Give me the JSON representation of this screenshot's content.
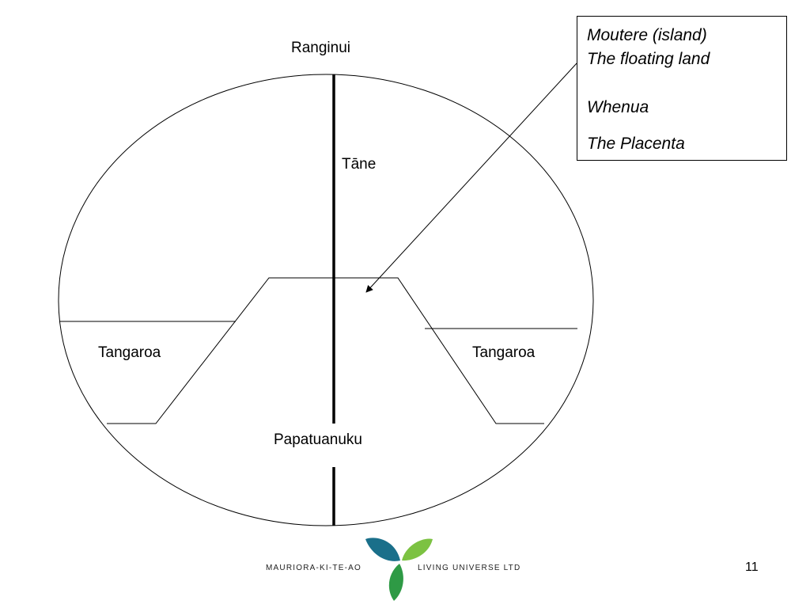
{
  "labels": {
    "sky": "Ranginui",
    "pillar": "Tāne",
    "sea_left": "Tangaroa",
    "sea_right": "Tangaroa",
    "earth": "Papatuanuku"
  },
  "note": {
    "line1": "Moutere (island)",
    "line2": "The floating land",
    "line3": "Whenua",
    "line4": "The Placenta"
  },
  "footer": {
    "brand_left": "MAURIORA-KI-TE-AO",
    "brand_right": "LIVING UNIVERSE LTD",
    "page_number": "11"
  },
  "colors": {
    "line": "#000000",
    "leaf_teal": "#1a6f8a",
    "leaf_green_light": "#7cc242",
    "leaf_green_dark": "#2e9a45"
  }
}
